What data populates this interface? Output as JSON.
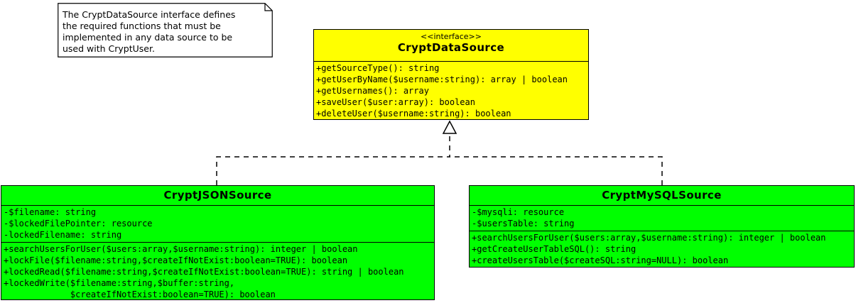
{
  "note": {
    "lines": [
      "The CryptDataSource interface defines",
      "the required functions that must be",
      "implemented in any data source to be",
      "used with CryptUser."
    ]
  },
  "colors": {
    "interface_fill": "#ffff00",
    "class_fill": "#00ff00",
    "note_fill": "#ffffff"
  },
  "interface": {
    "stereotype": "<<interface>>",
    "name": "CryptDataSource",
    "operations": [
      "+getSourceType(): string",
      "+getUserByName($username:string): array | boolean",
      "+getUsernames(): array",
      "+saveUser($user:array): boolean",
      "+deleteUser($username:string): boolean"
    ]
  },
  "json_source": {
    "name": "CryptJSONSource",
    "attributes": [
      "-$filename: string",
      "-$lockedFilePointer: resource",
      "-lockedFilename: string"
    ],
    "operations": [
      "+searchUsersForUser($users:array,$username:string): integer | boolean",
      "+lockFile($filename:string,$createIfNotExist:boolean=TRUE): boolean",
      "+lockedRead($filename:string,$createIfNotExist:boolean=TRUE): string | boolean",
      "+lockedWrite($filename:string,$buffer:string,",
      "             $createIfNotExist:boolean=TRUE): boolean"
    ]
  },
  "mysql_source": {
    "name": "CryptMySQLSource",
    "attributes": [
      "-$mysqli: resource",
      "-$usersTable: string"
    ],
    "operations": [
      "+searchUsersForUser($users:array,$username:string): integer | boolean",
      "+getCreateUserTableSQL(): string",
      "+createUsersTable($createSQL:string=NULL): boolean"
    ]
  }
}
